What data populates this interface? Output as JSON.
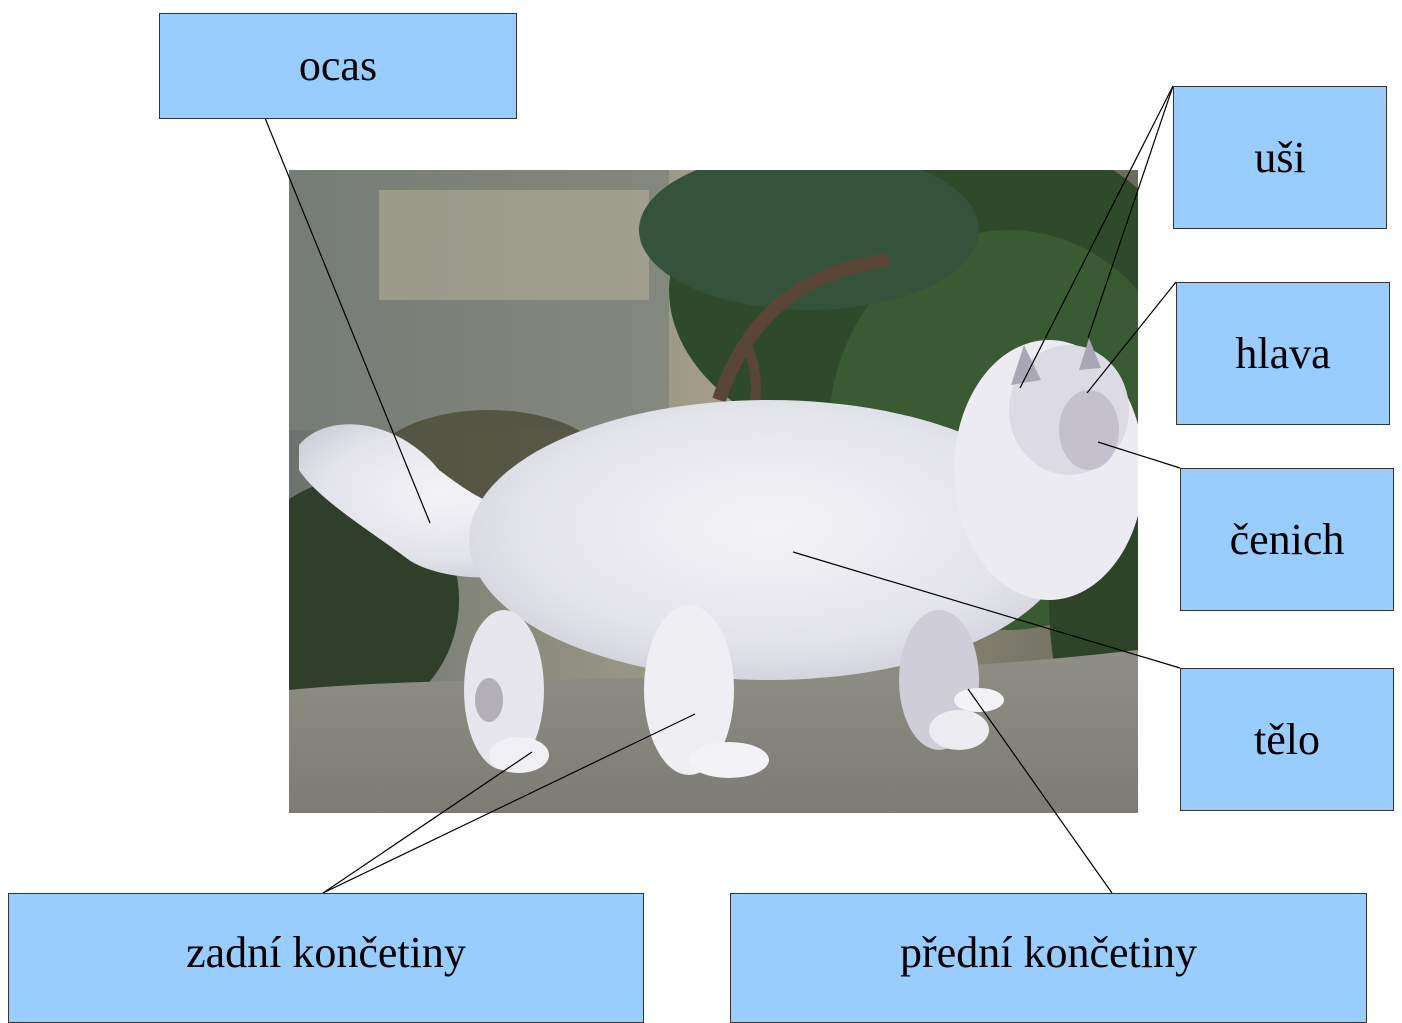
{
  "diagram": {
    "colors": {
      "label_fill": "#99ccff",
      "label_border": "#333333",
      "leader_line": "#000000"
    },
    "labels": {
      "ocas": "ocas",
      "usi": "uši",
      "hlava": "hlava",
      "cenich": "čenich",
      "telo": "tělo",
      "zadni": "zadní končetiny",
      "predni": "přední končetiny"
    }
  }
}
